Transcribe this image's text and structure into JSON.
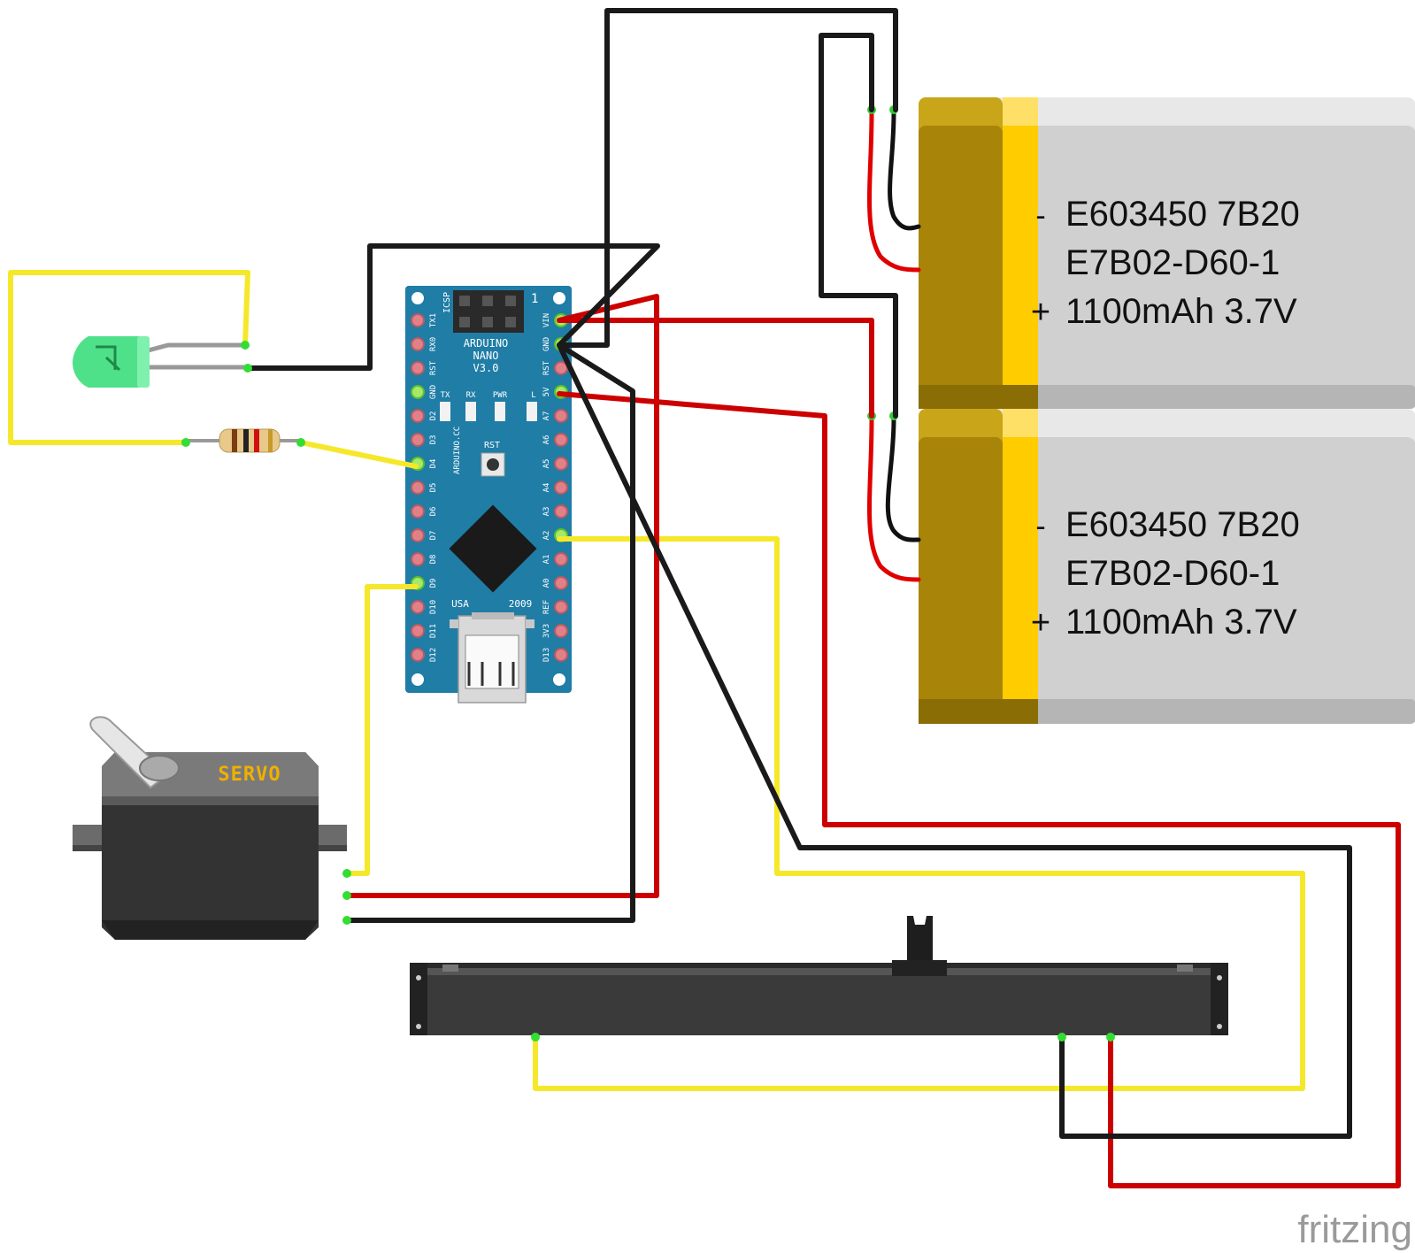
{
  "arduino": {
    "icsp": "ICSP",
    "icsp_num": "1",
    "name1": "ARDUINO",
    "name2": "NANO",
    "name3": "V3.0",
    "site": "ARDUINO.CC",
    "usa": "USA",
    "year": "2009",
    "rst_button": "RST",
    "led_tx": "TX",
    "led_rx": "RX",
    "led_pwr": "PWR",
    "led_l": "L",
    "left_pins": [
      "TX1",
      "RX0",
      "RST",
      "GND",
      "D2",
      "D3",
      "D4",
      "D5",
      "D6",
      "D7",
      "D8",
      "D9",
      "D10",
      "D11",
      "D12"
    ],
    "right_pins": [
      "VIN",
      "GND",
      "RST",
      "5V",
      "A7",
      "A6",
      "A5",
      "A4",
      "A3",
      "A2",
      "A1",
      "A0",
      "REF",
      "3V3",
      "D13"
    ],
    "board_color": "#1f7da6"
  },
  "battery1": {
    "line1": "E603450 7B20",
    "line2": "E7B02-D60-1",
    "line3": "1100mAh 3.7V",
    "minus": "-",
    "plus": "+"
  },
  "battery2": {
    "line1": "E603450 7B20",
    "line2": "E7B02-D60-1",
    "line3": "1100mAh 3.7V",
    "minus": "-",
    "plus": "+"
  },
  "servo": {
    "label": "SERVO"
  },
  "brand": "fritzing",
  "colors": {
    "wire_black": "#1a1a1a",
    "wire_red": "#cc0000",
    "wire_yellow": "#f5e82a",
    "battery_gold": "#a88508",
    "battery_yellow": "#ffcc00",
    "battery_gray": "#d8d8d8",
    "led_green": "#4fe08a"
  }
}
